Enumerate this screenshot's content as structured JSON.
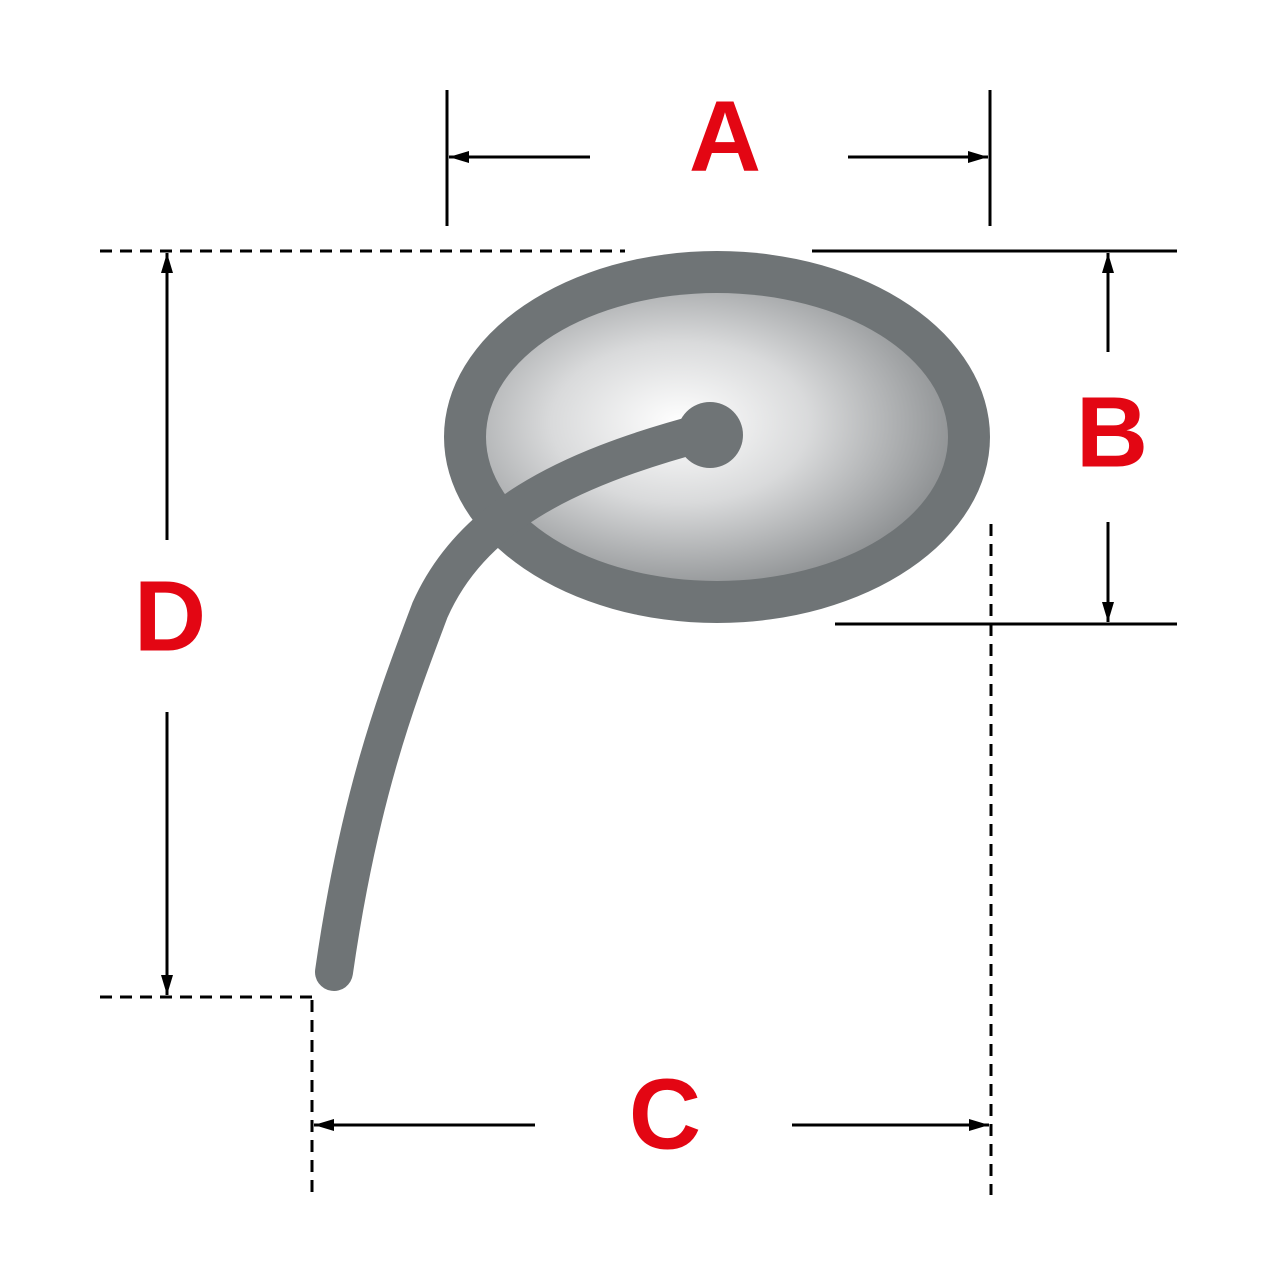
{
  "labels": {
    "a": "A",
    "b": "B",
    "c": "C",
    "d": "D"
  },
  "colors": {
    "label": "#e30613",
    "line": "#000000",
    "mirror_frame": "#6f7476",
    "glass_center": "#ffffff",
    "glass_edge": "#8a8d8f",
    "background": "#ffffff"
  }
}
